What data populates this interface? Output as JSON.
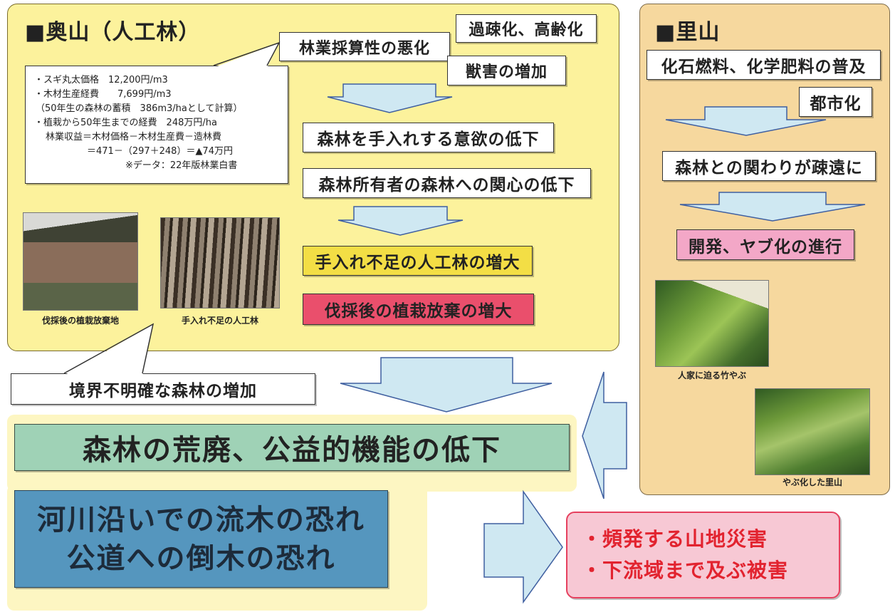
{
  "okuyama": {
    "title": "■奥山（人工林）",
    "callout_lines": [
      "・スギ丸太価格　12,200円/m3",
      "・木材生産経費　　7,699円/m3",
      "（50年生の森林の蓄積　386m3/haとして計算）",
      "・植栽から50年生までの経費　248万円/ha",
      "林業収益＝木材価格－木材生産費－造林費",
      "＝471－（297＋248）＝▲74万円",
      "※データ：22年版林業白書"
    ],
    "causes": {
      "profitability": "林業採算性の悪化",
      "depopulation": "過疎化、高齢化",
      "wildlife": "獣害の増加"
    },
    "motivation": "森林を手入れする意欲の低下",
    "interest": "森林所有者の森林への関心の低下",
    "results": {
      "unmanaged": "手入れ不足の人工林の増大",
      "abandoned": "伐採後の植栽放棄の増大"
    },
    "photos": [
      {
        "caption": "伐採後の植栽放棄地"
      },
      {
        "caption": "手入れ不足の人工林"
      }
    ]
  },
  "boundary": "境界不明確な森林の増加",
  "satoyama": {
    "title": "■里山",
    "fossil": "化石燃料、化学肥料の普及",
    "urban": "都市化",
    "relation": "森林との関わりが疎遠に",
    "progress": "開発、ヤブ化の進行",
    "photos": [
      {
        "caption": "人家に迫る竹やぶ"
      },
      {
        "caption": "やぶ化した里山"
      }
    ]
  },
  "outcome": {
    "degradation": "森林の荒廃、公益的機能の低下",
    "risks": [
      "河川沿いでの流木の恐れ",
      "公道への倒木の恐れ"
    ],
    "disasters": [
      "・頻発する山地災害",
      "・下流域まで及ぶ被害"
    ]
  },
  "colors": {
    "okuyama_panel": "#fcf29c",
    "satoyama_panel": "#f6d89e",
    "unmanaged_box": "#f3de45",
    "abandoned_box": "#ea4f6c",
    "progress_box": "#f3a7c7",
    "degradation_box": "#9fd2b6",
    "risks_box": "#5596be",
    "disasters_box": "#f7c8d4",
    "disasters_text": "#e2232f",
    "arrow_fill": "#cfe8f2"
  }
}
